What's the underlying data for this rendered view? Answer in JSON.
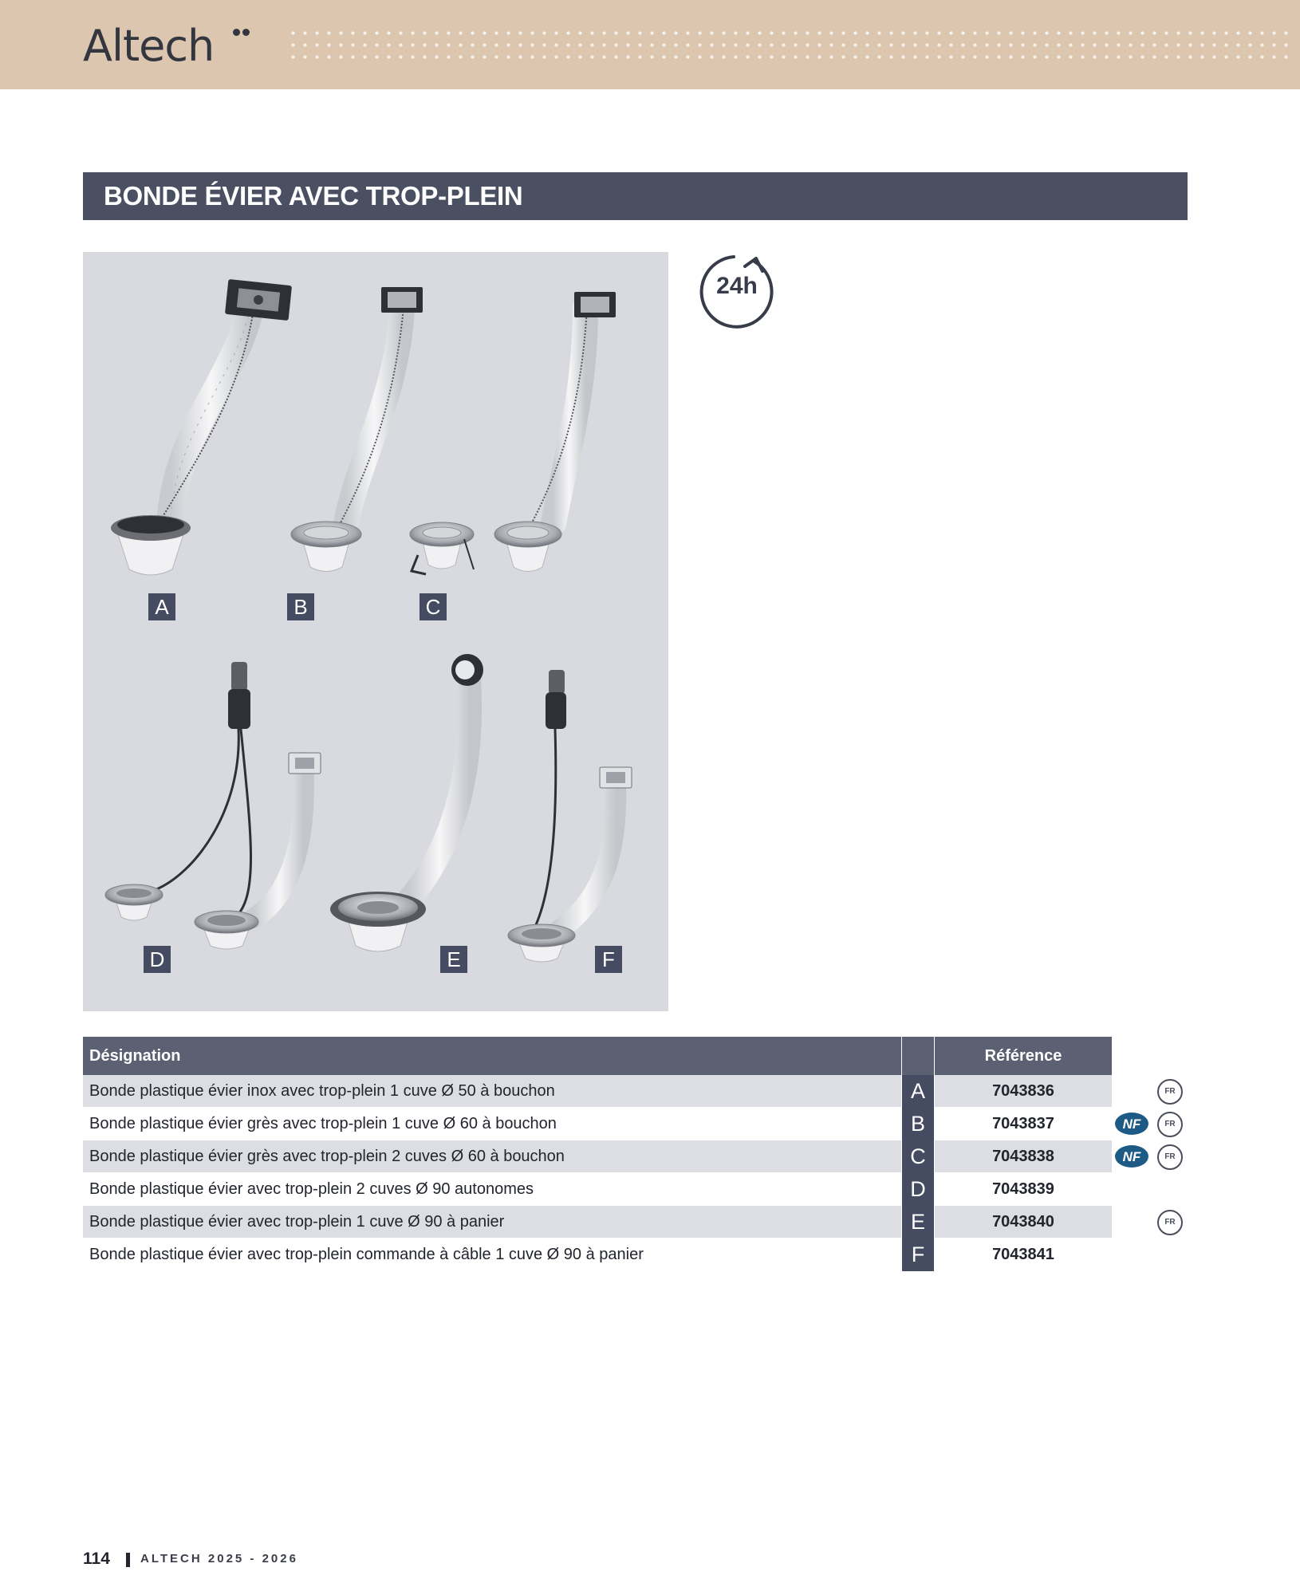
{
  "header": {
    "brand": "Altech"
  },
  "section": {
    "title": "BONDE ÉVIER AVEC TROP-PLEIN"
  },
  "badge": {
    "text": "24h"
  },
  "image_panel": {
    "labels": [
      "A",
      "B",
      "C",
      "D",
      "E",
      "F"
    ]
  },
  "table": {
    "headers": {
      "designation": "Désignation",
      "letter": "",
      "reference": "Référence"
    },
    "rows": [
      {
        "designation": "Bonde plastique évier inox avec trop-plein 1 cuve Ø 50 à bouchon",
        "letter": "A",
        "reference": "7043836",
        "nf": false,
        "fr": true
      },
      {
        "designation": "Bonde plastique évier grès avec trop-plein 1 cuve Ø 60 à bouchon",
        "letter": "B",
        "reference": "7043837",
        "nf": true,
        "fr": true
      },
      {
        "designation": "Bonde plastique évier grès avec trop-plein 2 cuves Ø 60 à bouchon",
        "letter": "C",
        "reference": "7043838",
        "nf": true,
        "fr": true
      },
      {
        "designation": "Bonde plastique évier avec trop-plein 2 cuves Ø 90 autonomes",
        "letter": "D",
        "reference": "7043839",
        "nf": false,
        "fr": false
      },
      {
        "designation": "Bonde plastique évier avec trop-plein 1 cuve Ø 90 à panier",
        "letter": "E",
        "reference": "7043840",
        "nf": false,
        "fr": true
      },
      {
        "designation": "Bonde plastique évier avec trop-plein commande à câble 1 cuve Ø 90 à panier",
        "letter": "F",
        "reference": "7043841",
        "nf": false,
        "fr": false
      }
    ],
    "icons": {
      "nf_label": "NF",
      "fr_label": "FR"
    }
  },
  "footer": {
    "page_number": "114",
    "text": "ALTECH 2025 - 2026"
  },
  "colors": {
    "header_band": "#dcc6b0",
    "title_bar": "#4a4f62",
    "table_header": "#5b6073",
    "letter_badge": "#454b60",
    "nf_blue": "#1d5b86"
  }
}
